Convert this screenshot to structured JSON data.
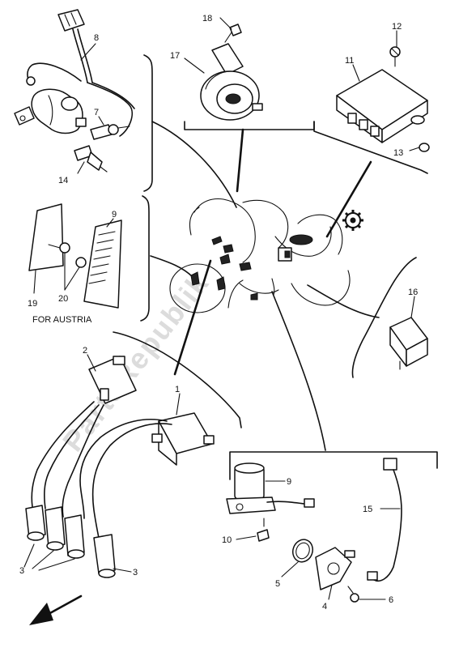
{
  "diagram": {
    "caption": "FOR AUSTRIA",
    "watermark": "PartsRepublik",
    "callouts": {
      "c1": "1",
      "c2": "2",
      "c3a": "3",
      "c3b": "3",
      "c4": "4",
      "c5": "5",
      "c6": "6",
      "c7": "7",
      "c8": "8",
      "c9a": "9",
      "c9b": "9",
      "c10": "10",
      "c11": "11",
      "c12": "12",
      "c13": "13",
      "c14": "14",
      "c15": "15",
      "c16": "16",
      "c17": "17",
      "c18": "18",
      "c19": "19",
      "c20": "20"
    },
    "arrow_icon": "front-direction-arrow",
    "logo_icon": "gear-icon"
  }
}
